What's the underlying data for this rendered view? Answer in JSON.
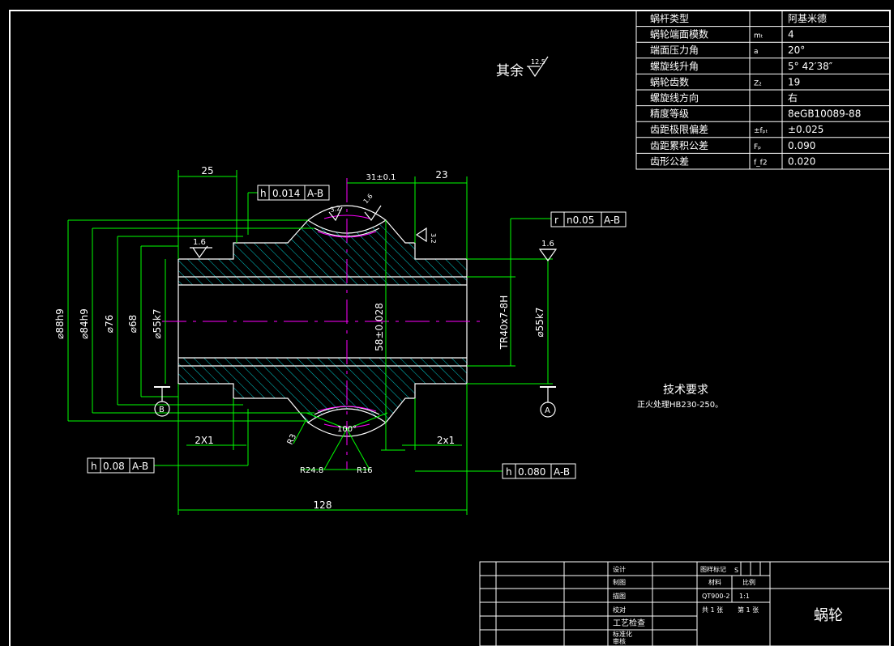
{
  "drawing": {
    "other_roughness_label": "其余",
    "other_roughness_value": "12.5",
    "tech_req_title": "技术要求",
    "tech_req_text": "正火处理HB230-250。",
    "part_name": "蜗轮"
  },
  "param_table": [
    {
      "name": "蜗杆类型",
      "symbol": "",
      "value": "阿基米德"
    },
    {
      "name": "蜗轮端面模数",
      "symbol": "mₜ",
      "value": "4"
    },
    {
      "name": "端面压力角",
      "symbol": "a",
      "value": "20°"
    },
    {
      "name": "螺旋线升角",
      "symbol": "",
      "value": "5° 42′38″"
    },
    {
      "name": "蜗轮齿数",
      "symbol": "Z₂",
      "value": "19"
    },
    {
      "name": "螺旋线方向",
      "symbol": "",
      "value": "右"
    },
    {
      "name": "精度等级",
      "symbol": "",
      "value": "8eGB10089-88"
    },
    {
      "name": "齿距极限偏差",
      "symbol": "±fₚₜ",
      "value": "±0.025"
    },
    {
      "name": "齿距累积公差",
      "symbol": "Fₚ",
      "value": "0.090"
    },
    {
      "name": "齿形公差",
      "symbol": "f_f2",
      "value": "0.020"
    }
  ],
  "dimensions": {
    "d88": "⌀88h9",
    "d84": "⌀84h9",
    "d76": "⌀76",
    "d68": "⌀68",
    "d55_left": "⌀55k7",
    "d55_right": "⌀55k7",
    "thread": "TR40x7-8H",
    "center": "58±0.028",
    "w25": "25",
    "w31": "31±0.1",
    "w23": "23",
    "w128": "128",
    "ch_left": "2X1",
    "ch_right": "2x1",
    "r3": "R3",
    "r248": "R24.8",
    "r16": "R16",
    "angle": "100°",
    "rough_16_left": "1.6",
    "rough_16_right": "1.6",
    "rough_32_a": "3.2",
    "rough_32_b": "3.2",
    "rough_16_top": "1.6",
    "datum_a": "A",
    "datum_b": "B"
  },
  "tolerances": {
    "top": {
      "symbol": "h",
      "value": "0.014",
      "datum": "A-B"
    },
    "right": {
      "symbol": "r",
      "value": "n0.05",
      "datum": "A-B"
    },
    "bottom_left": {
      "symbol": "h",
      "value": "0.08",
      "datum": "A-B"
    },
    "bottom_right": {
      "symbol": "h",
      "value": "0.080",
      "datum": "A-B"
    }
  },
  "title_block": {
    "design": "设计",
    "draw": "制图",
    "trace": "描图",
    "check": "校对",
    "process": "工艺检查",
    "standard": "标准化",
    "review": "审核",
    "mark": "图样标记",
    "mark_s": "S",
    "material_label": "材料",
    "scale_label": "比例",
    "material": "QT900-2",
    "scale": "1:1",
    "sheets": "共 1 张",
    "sheet_no": "第 1 张"
  }
}
